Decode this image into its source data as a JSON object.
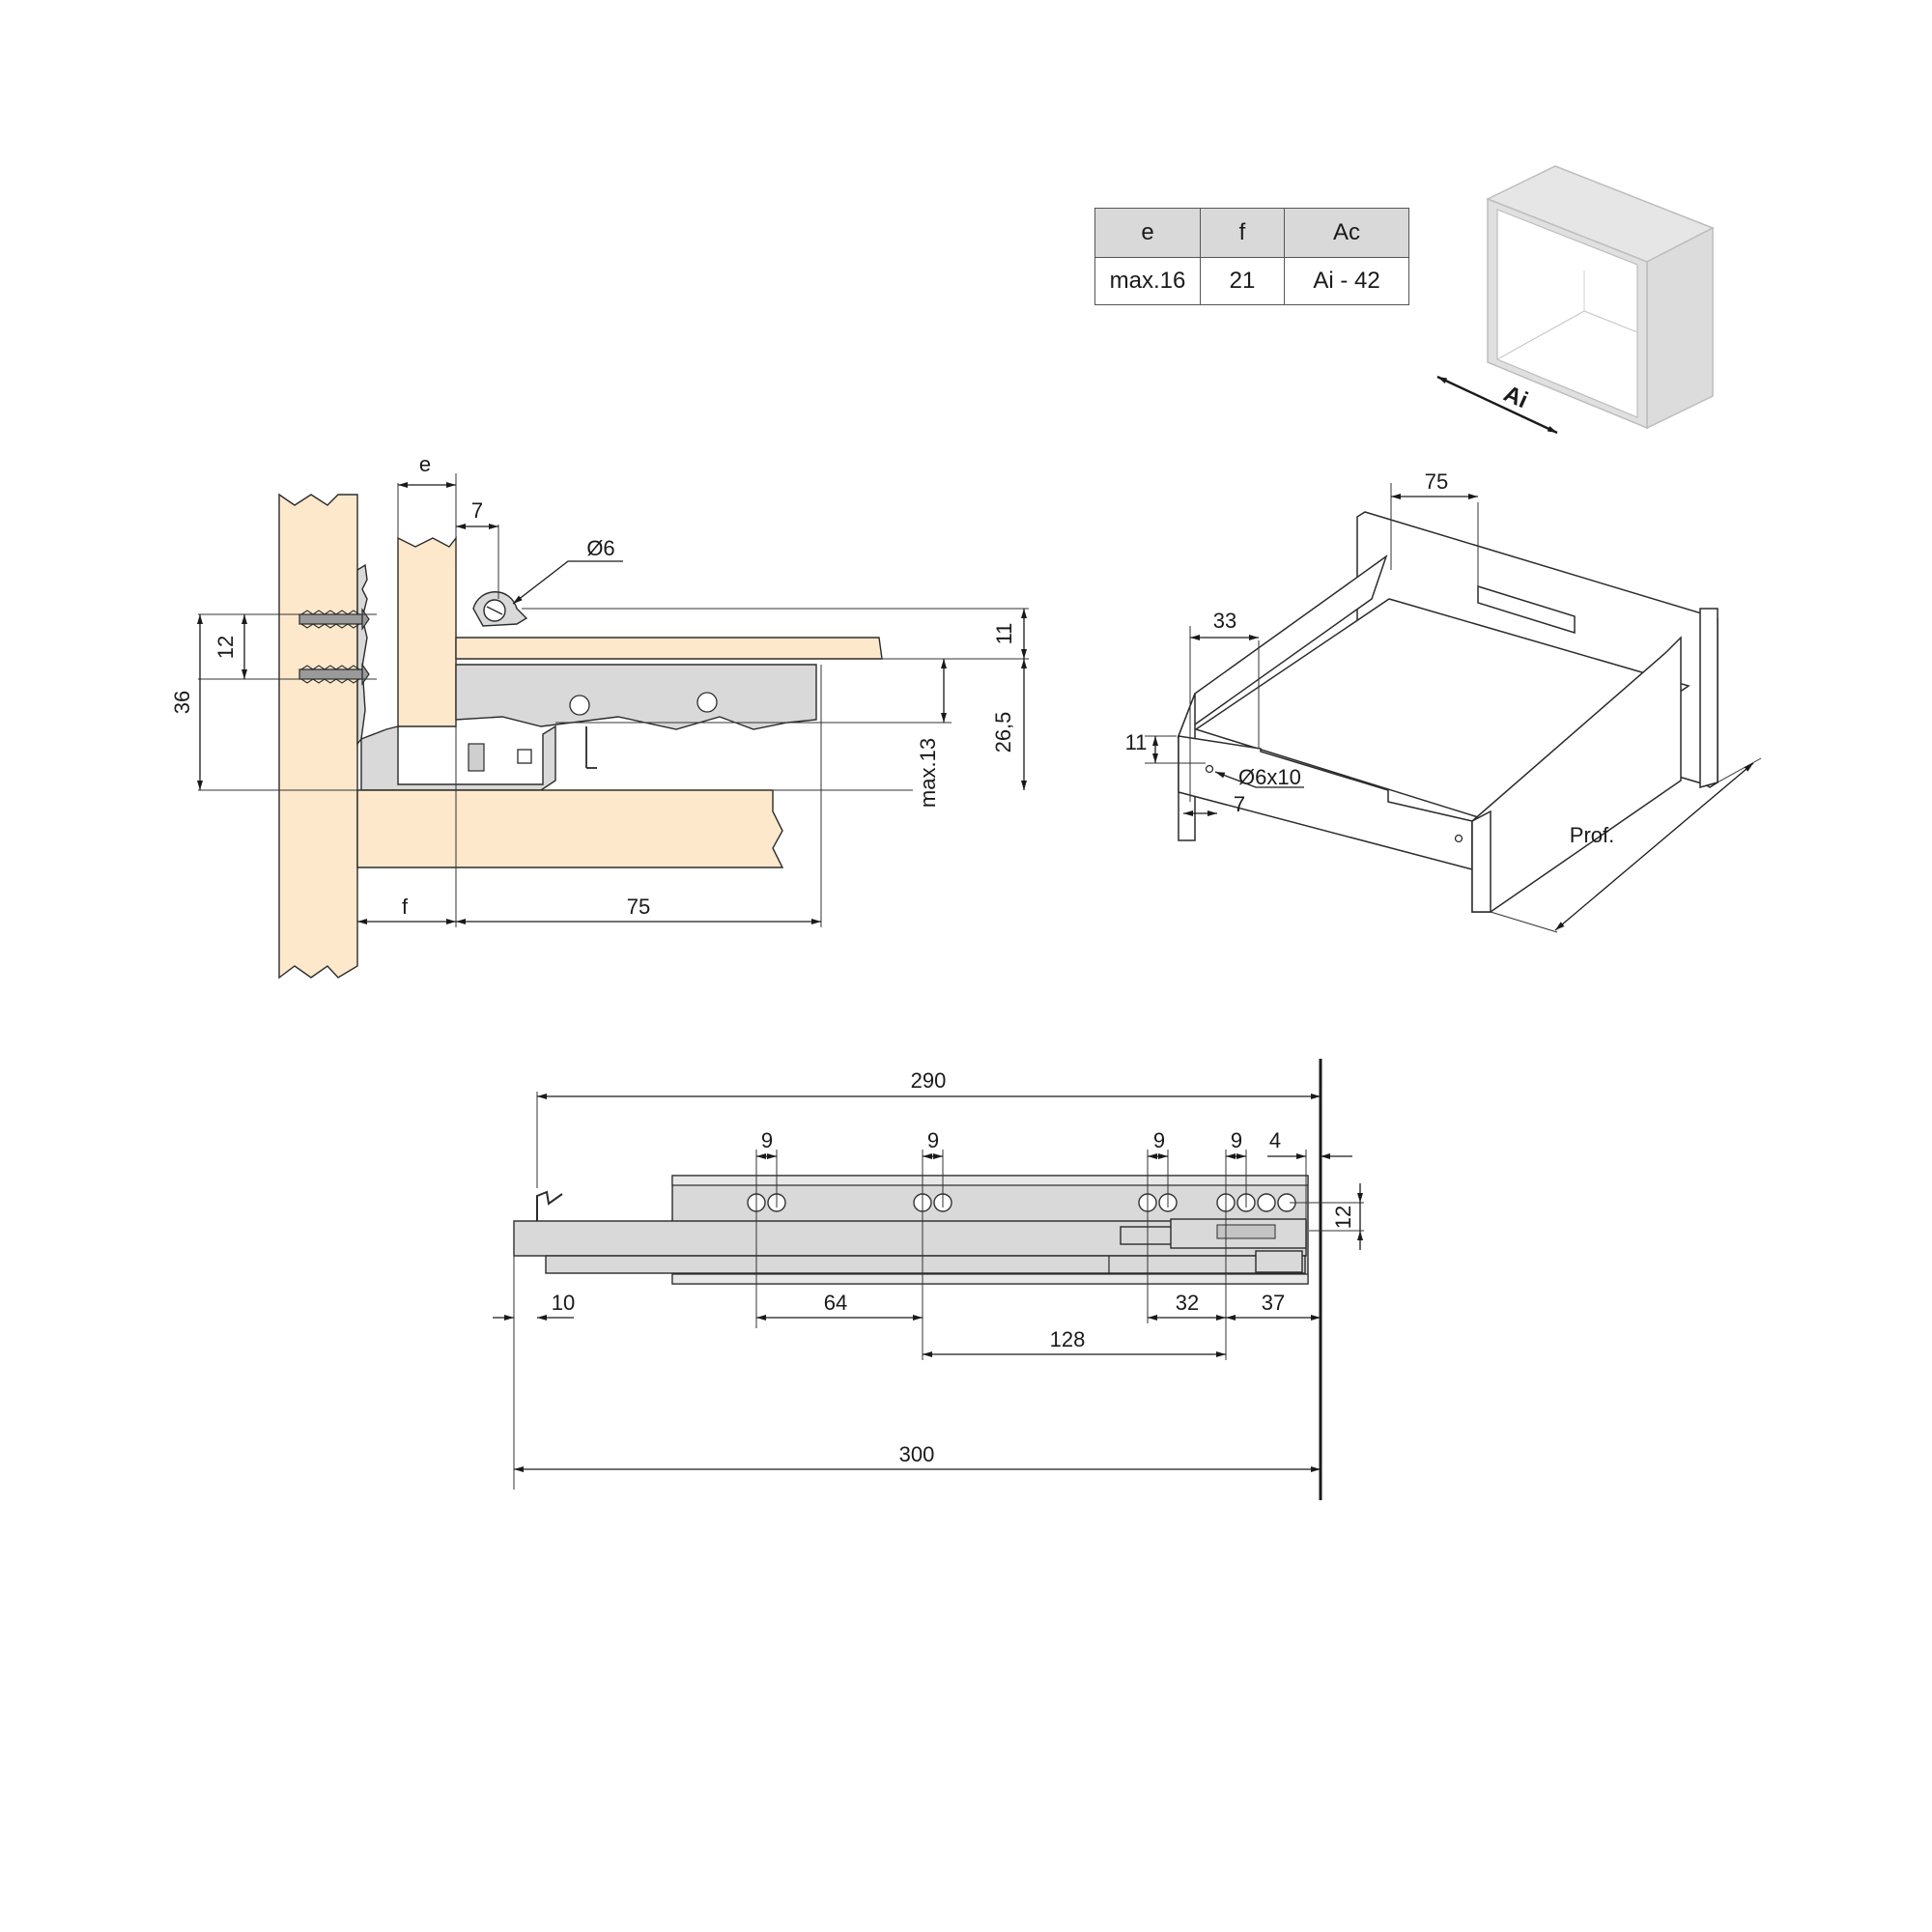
{
  "spec_table": {
    "headers": [
      "e",
      "f",
      "Ac"
    ],
    "values": [
      "max.16",
      "21",
      "Ai - 42"
    ]
  },
  "cabinet_view": {
    "width_label": "Ai"
  },
  "section_view": {
    "e": "e",
    "d7": "7",
    "hole": "Ø6",
    "d12": "12",
    "d36": "36",
    "d11": "11",
    "max13": "max.13",
    "d26_5": "26,5",
    "f": "f",
    "d75": "75"
  },
  "drawer_view": {
    "d75": "75",
    "d33": "33",
    "d11": "11",
    "hole": "Ø6x10",
    "d7": "7",
    "depth": "Prof."
  },
  "slide_view": {
    "d290": "290",
    "hole_pair_9": [
      "9",
      "9",
      "9",
      "9"
    ],
    "d4": "4",
    "d12": "12",
    "d10": "10",
    "d64": "64",
    "d32": "32",
    "d37": "37",
    "d128": "128",
    "d300": "300"
  },
  "colors": {
    "wood": "#fde8cb",
    "metal": "#d9d9d9",
    "line": "#1a1a1a"
  }
}
